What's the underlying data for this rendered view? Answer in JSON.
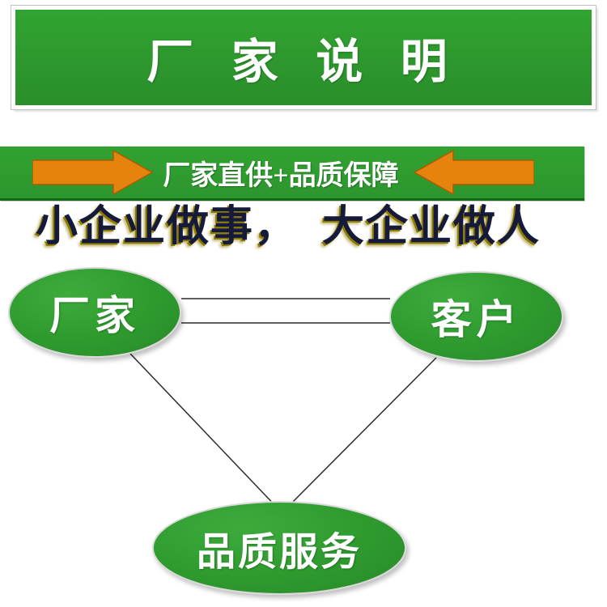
{
  "banner": {
    "title": "厂 家 说 明"
  },
  "ribbon": {
    "text": "厂家直供+品质保障"
  },
  "slogan": {
    "text": "小企业做事，  大企业做人"
  },
  "diagram": {
    "nodes": [
      {
        "id": "factory",
        "label": "厂家"
      },
      {
        "id": "customer",
        "label": "客户"
      },
      {
        "id": "service",
        "label": "品质服务"
      }
    ]
  },
  "icons": {
    "left_arrow": "arrow-right-icon",
    "right_arrow": "arrow-left-icon"
  },
  "colors": {
    "green": "#2f9d2f",
    "dark_green": "#156815",
    "orange": "#e6820e",
    "orange_edge": "#a85e00",
    "text_white": "#ffffff",
    "slogan_dark": "#15193a",
    "slogan_gold": "#8d7b00"
  }
}
